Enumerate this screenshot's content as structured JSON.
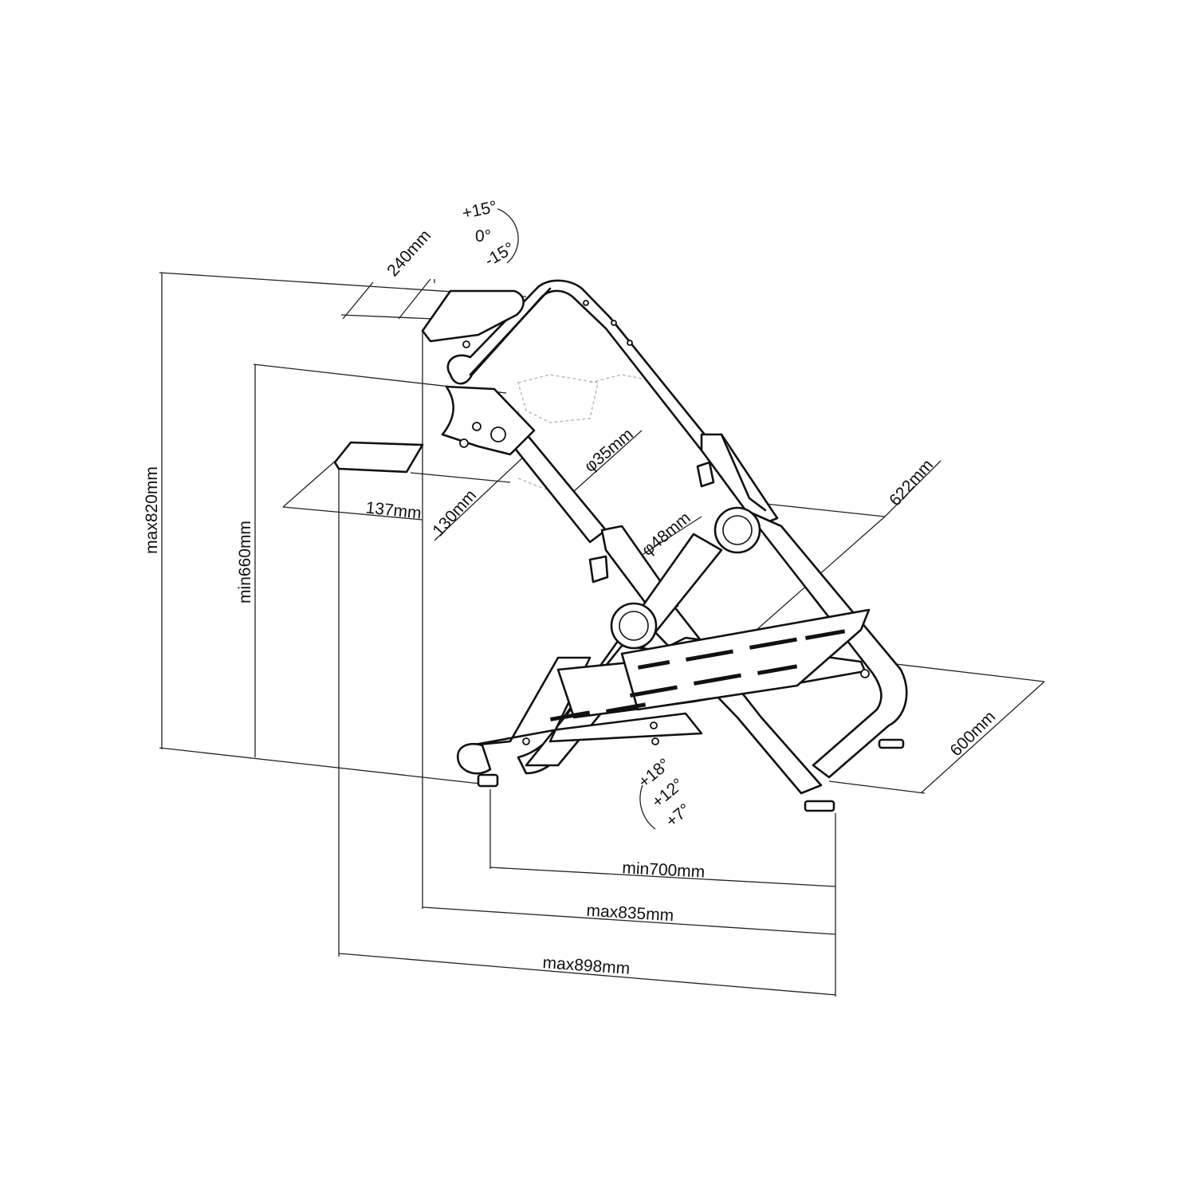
{
  "diagram": {
    "colors": {
      "line": "#111111",
      "ghost": "#b8b8b8",
      "background": "#ffffff"
    },
    "dimensions": {
      "plate_width": "240mm",
      "plate_depth": "137mm",
      "plate_side": "130mm",
      "upper_tube": "φ35mm",
      "lower_tube": "φ48mm",
      "frame_width": "622mm",
      "base_depth": "600mm",
      "height_max": "max820mm",
      "height_min": "min660mm",
      "length_min": "min700mm",
      "length_mid": "max835mm",
      "length_max": "max898mm"
    },
    "tilt_wheel": [
      "+15°",
      "0°",
      "-15°"
    ],
    "tilt_pedal": [
      "+18°",
      "+12°",
      "+7°"
    ]
  }
}
